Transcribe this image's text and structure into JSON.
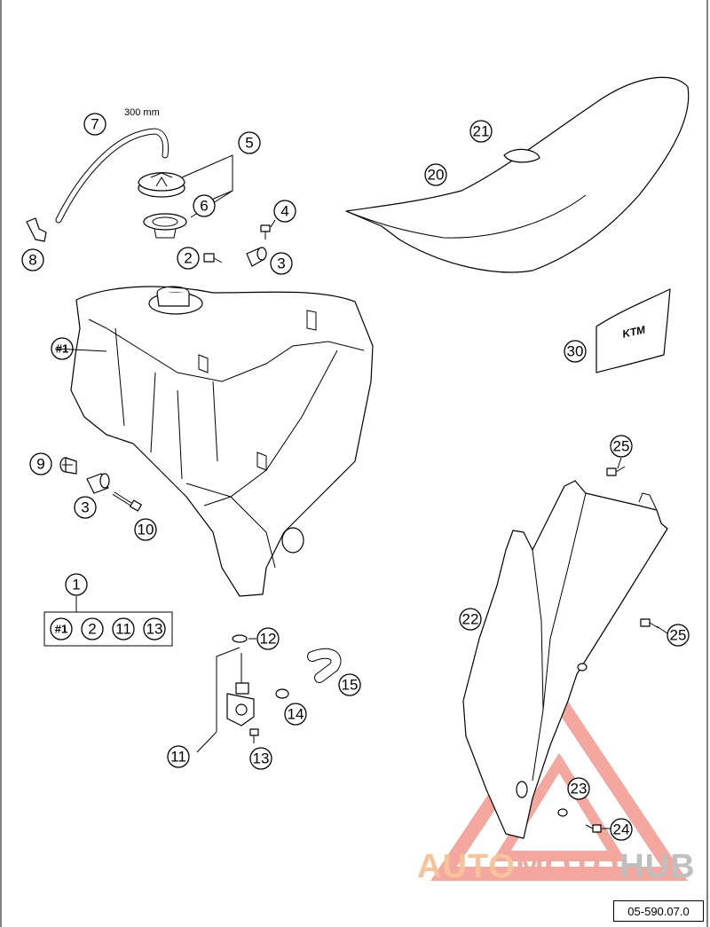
{
  "diagram": {
    "dimension_label": "300 mm",
    "figure_ref": "05-590.07.0",
    "watermark": {
      "part1": "AUTO",
      "part2": "MOTO",
      "part3": "HUB"
    },
    "callouts": {
      "c1": "1",
      "c2a": "2",
      "c2b": "2",
      "c3a": "3",
      "c3b": "3",
      "c4": "4",
      "c5": "5",
      "c6": "6",
      "c7": "7",
      "c8": "8",
      "c9": "9",
      "c10": "10",
      "c11a": "11",
      "c11b": "11",
      "c12": "12",
      "c13a": "13",
      "c13b": "13",
      "c14": "14",
      "c15": "15",
      "c20": "20",
      "c21": "21",
      "c22": "22",
      "c23": "23",
      "c24": "24",
      "c25a": "25",
      "c25b": "25",
      "c30": "30",
      "h1a": "#1",
      "h1b": "#1"
    },
    "sticker_logo": "KTM"
  }
}
